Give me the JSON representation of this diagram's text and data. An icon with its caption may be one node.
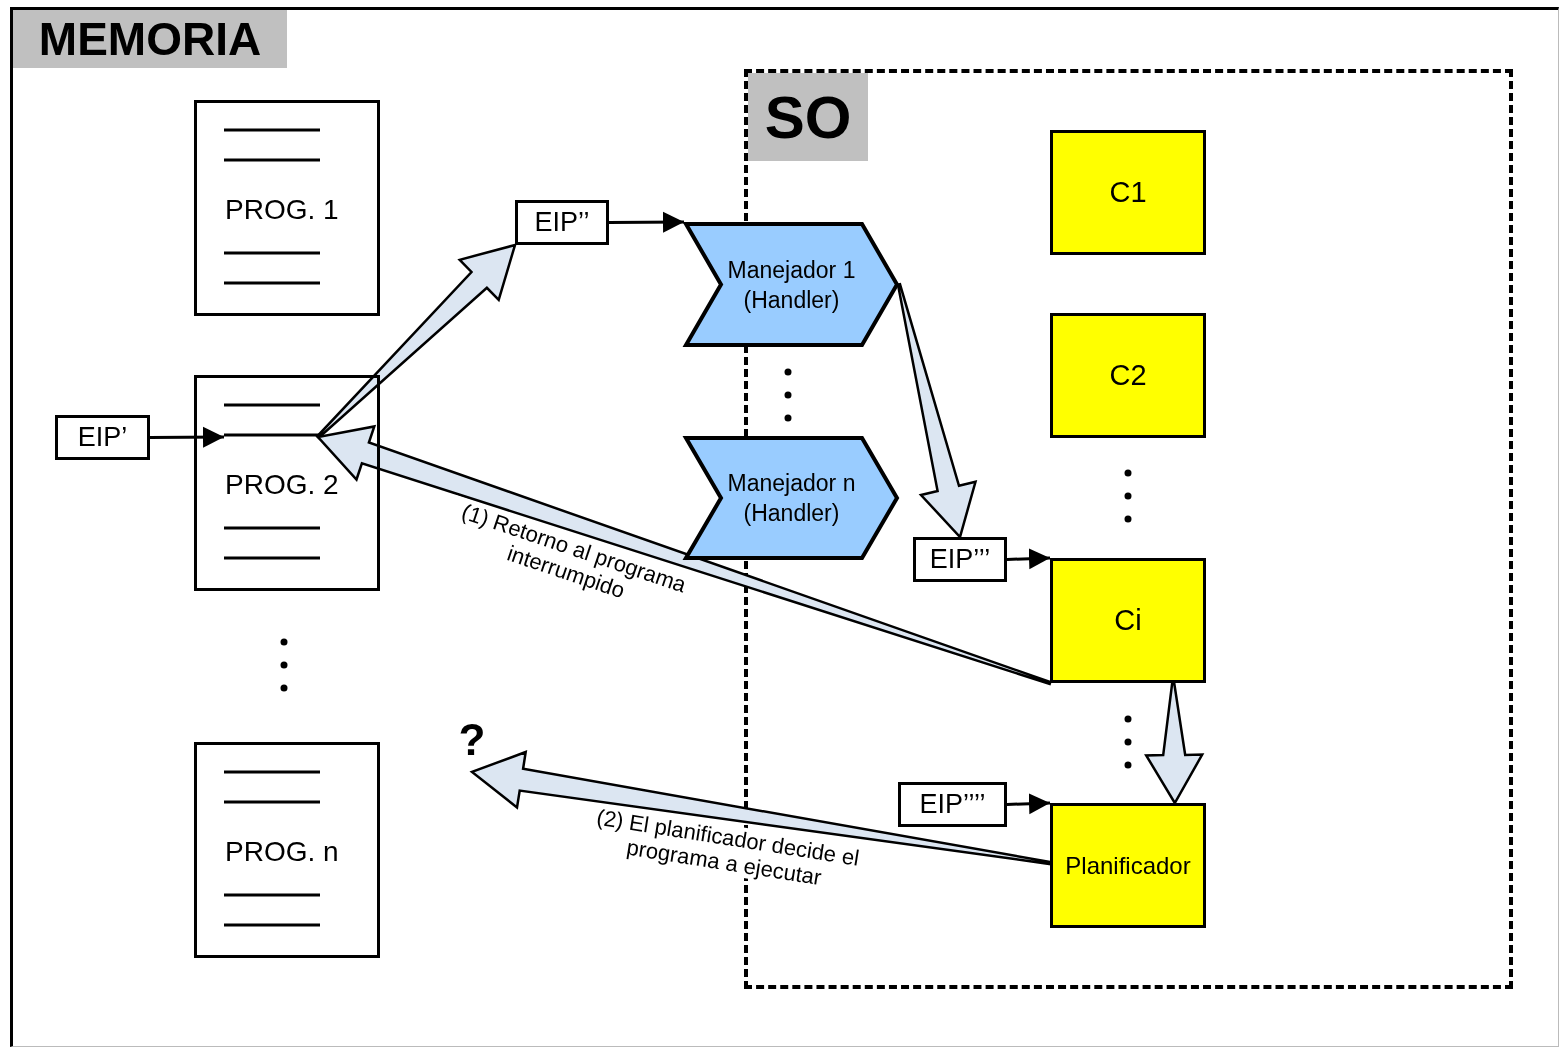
{
  "diagram": {
    "nodes": [
      {
        "text": [
          "MEMORIA"
        ]
      },
      {
        "text": [
          "SO"
        ],
        "in": 0
      },
      {
        "text": [
          "PROG. 1"
        ],
        "in": 0
      },
      {
        "text": [
          "PROG. 2"
        ],
        "in": 0
      },
      {
        "text": [
          "PROG. n"
        ],
        "in": 0
      },
      {
        "text": [
          "EIP’"
        ],
        "in": 0
      },
      {
        "text": [
          "EIP’’"
        ],
        "in": 0
      },
      {
        "text": [
          "Manejador 1 (Handler)"
        ],
        "in": 0
      },
      {
        "text": [
          "Manejador n (Handler)"
        ],
        "in": 0
      },
      {
        "text": [
          "C1"
        ],
        "in": 1
      },
      {
        "text": [
          "C2"
        ],
        "in": 1
      },
      {
        "text": [
          "EIP’’’"
        ],
        "in": 1
      },
      {
        "text": [
          "Ci"
        ],
        "in": 1
      },
      {
        "text": [
          "EIP’’’’"
        ],
        "in": 1
      },
      {
        "text": [
          "Planificador"
        ],
        "in": 1
      },
      {
        "text": [
          "?"
        ],
        "in": 0
      }
    ],
    "edges": [
      {
        "from": 5,
        "to": 3,
        "arrow": "to"
      },
      {
        "from": 3,
        "to": 6,
        "arrow": "to",
        "style": "thick",
        "color": "#dce6f2"
      },
      {
        "from": 6,
        "to": 7,
        "arrow": "to"
      },
      {
        "from": 7,
        "to": 11,
        "arrow": "to",
        "style": "thick",
        "color": "#dce6f2"
      },
      {
        "from": 11,
        "to": 12,
        "arrow": "to"
      },
      {
        "from": 12,
        "to": 3,
        "arrow": "to",
        "style": "thick",
        "color": "#dce6f2",
        "label": "(1) Retorno al programa interrumpido"
      },
      {
        "from": 12,
        "to": 14,
        "arrow": "to",
        "style": "thick",
        "color": "#dce6f2"
      },
      {
        "from": 13,
        "to": 14,
        "arrow": "to"
      },
      {
        "from": 14,
        "to": 15,
        "arrow": "to",
        "style": "thick",
        "color": "#dce6f2",
        "label": "(2) El planificador decide el programa a ejecutar"
      }
    ]
  }
}
